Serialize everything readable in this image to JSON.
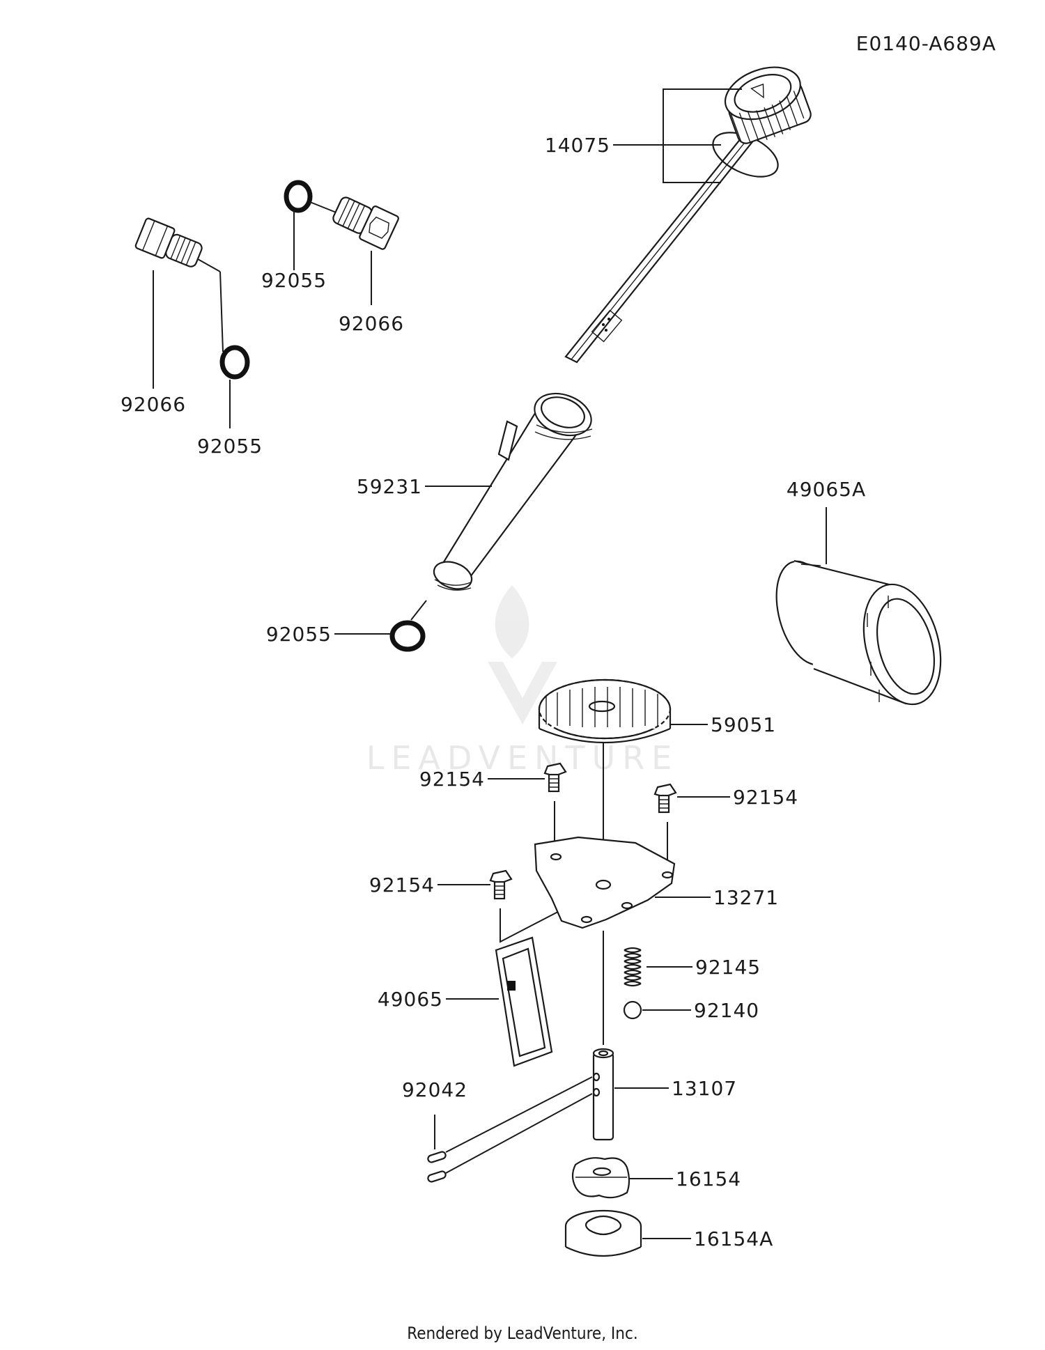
{
  "diagram_code": "E0140-A689A",
  "footer": "Rendered by LeadVenture, Inc.",
  "watermark": "LEADVENTURE",
  "parts": [
    {
      "id": "p-14075",
      "label": "14075"
    },
    {
      "id": "p-92055a",
      "label": "92055"
    },
    {
      "id": "p-92066a",
      "label": "92066"
    },
    {
      "id": "p-92066b",
      "label": "92066"
    },
    {
      "id": "p-92055b",
      "label": "92055"
    },
    {
      "id": "p-59231",
      "label": "59231"
    },
    {
      "id": "p-49065A",
      "label": "49065A"
    },
    {
      "id": "p-92055c",
      "label": "92055"
    },
    {
      "id": "p-59051",
      "label": "59051"
    },
    {
      "id": "p-92154a",
      "label": "92154"
    },
    {
      "id": "p-92154b",
      "label": "92154"
    },
    {
      "id": "p-92154c",
      "label": "92154"
    },
    {
      "id": "p-13271",
      "label": "13271"
    },
    {
      "id": "p-92145",
      "label": "92145"
    },
    {
      "id": "p-49065",
      "label": "49065"
    },
    {
      "id": "p-92140",
      "label": "92140"
    },
    {
      "id": "p-92042",
      "label": "92042"
    },
    {
      "id": "p-13107",
      "label": "13107"
    },
    {
      "id": "p-16154",
      "label": "16154"
    },
    {
      "id": "p-16154A",
      "label": "16154A"
    }
  ]
}
